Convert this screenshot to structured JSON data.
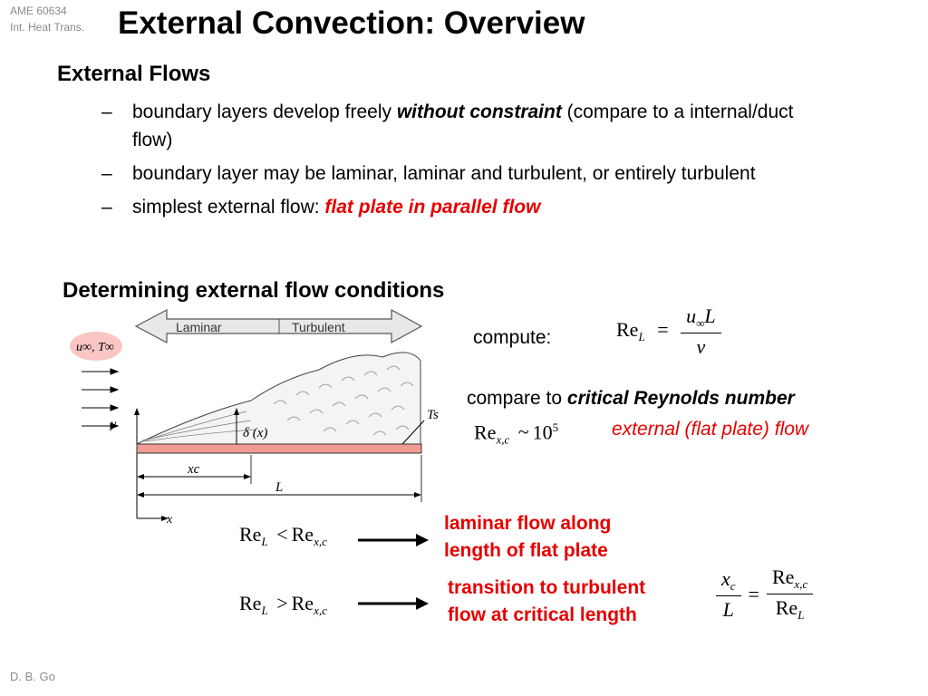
{
  "header": {
    "course_line1": "AME 60634",
    "course_line2": "Int. Heat Trans.",
    "title": "External Convection: Overview"
  },
  "section1": {
    "heading": "External Flows",
    "bullets": [
      {
        "pre": "boundary layers develop freely ",
        "em": "without constraint",
        "post": " (compare to a internal/duct flow)"
      },
      {
        "pre": "boundary layer may be laminar, laminar and turbulent, or entirely turbulent"
      },
      {
        "pre": "simplest external flow: ",
        "em": "flat plate in parallel flow"
      }
    ],
    "dash": "–"
  },
  "section2": {
    "heading": "Determining external flow conditions",
    "compute_label": "compute:",
    "compare_pre": "compare to ",
    "compare_em": "critical Reynolds number",
    "external_note": "external (flat plate) flow",
    "eq_reL": {
      "Re": "Re",
      "sub": "L",
      "eq": "=",
      "u": "u",
      "u_sub": "∞",
      "L": "L",
      "nu": "ν"
    },
    "eq_crit": {
      "Re": "Re",
      "sub": "x,c",
      "op": "~",
      "base": "10",
      "exp": "5"
    },
    "case1": {
      "lhs": "Re",
      "lhs_sub": "L",
      "op": "<",
      "rhs": "Re",
      "rhs_sub": "x,c",
      "line1": "laminar flow along",
      "line2": "length of flat plate"
    },
    "case2": {
      "lhs": "Re",
      "lhs_sub": "L",
      "op": ">",
      "rhs": "Re",
      "rhs_sub": "x,c",
      "line1": "transition to turbulent",
      "line2": "flow at critical length"
    },
    "ratio": {
      "x": "x",
      "x_sub": "c",
      "L": "L",
      "eq": "=",
      "num": "Re",
      "num_sub": "x,c",
      "den": "Re",
      "den_sub": "L"
    }
  },
  "figure": {
    "laminar_label": "Laminar",
    "turbulent_label": "Turbulent",
    "free_stream": "u∞, T∞",
    "delta": "δ (x)",
    "ts": "Ts",
    "y": "y",
    "x": "x",
    "xc": "xc",
    "L": "L",
    "plate_color": "#f29b94",
    "cloud_color": "#f9c6c4",
    "arrow_fill": "#e8e8e8"
  },
  "footer": {
    "author": "D. B. Go"
  }
}
